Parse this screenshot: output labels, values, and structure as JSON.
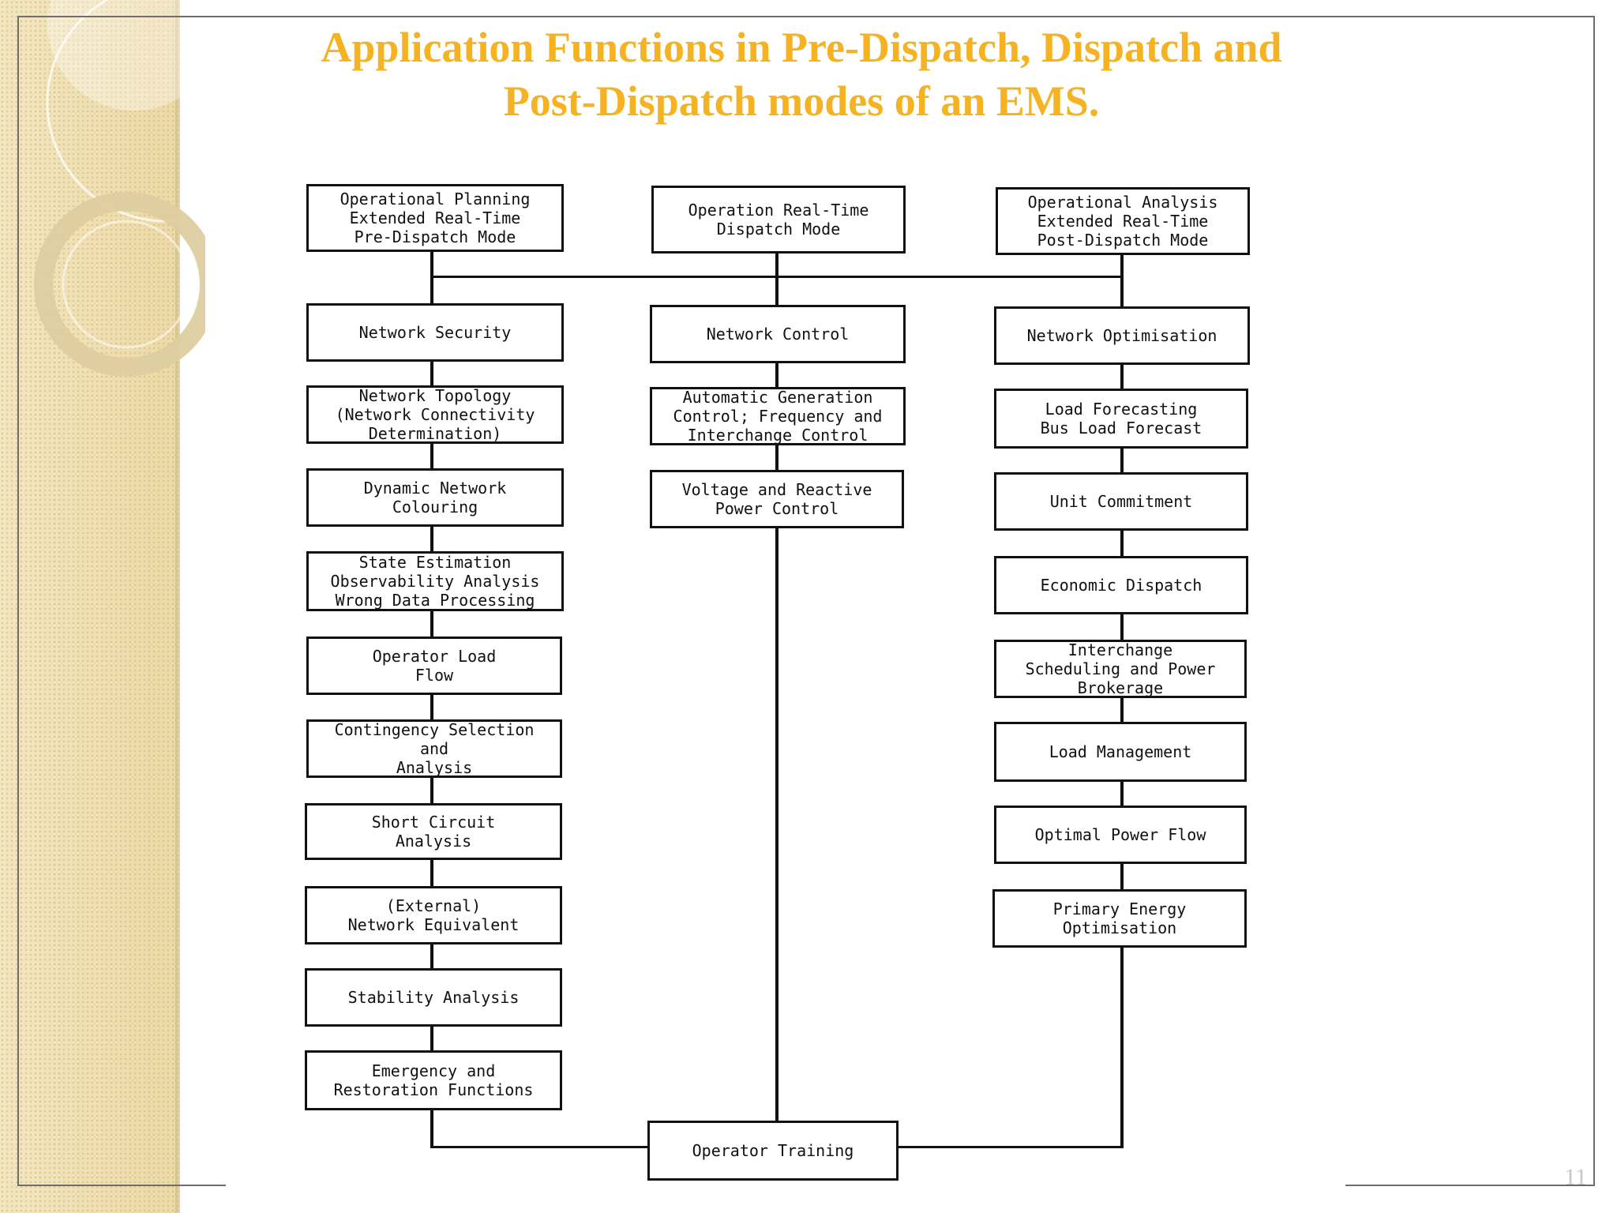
{
  "slide": {
    "title_line1": "Application Functions in Pre-Dispatch, Dispatch and",
    "title_line2": "Post-Dispatch modes of an EMS.",
    "page_number": "11"
  },
  "colors": {
    "title": "#f5b324",
    "sidebar": "#f0e0b4",
    "frame": "#6e6e6e"
  },
  "columns": {
    "pre_dispatch": {
      "header": "Operational Planning\nExtended Real-Time\nPre-Dispatch Mode",
      "items": [
        "Network Security",
        "Network Topology\n(Network Connectivity\nDetermination)",
        "Dynamic Network\nColouring",
        "State Estimation\nObservability Analysis\nWrong Data Processing",
        "Operator Load\nFlow",
        "Contingency Selection\nand\nAnalysis",
        "Short Circuit\nAnalysis",
        "(External)\nNetwork Equivalent",
        "Stability Analysis",
        "Emergency and\nRestoration Functions"
      ]
    },
    "dispatch": {
      "header": "Operation Real-Time\nDispatch Mode",
      "items": [
        "Network Control",
        "Automatic Generation\nControl; Frequency and\nInterchange Control",
        "Voltage and Reactive\nPower Control"
      ]
    },
    "post_dispatch": {
      "header": "Operational Analysis\nExtended Real-Time\nPost-Dispatch Mode",
      "items": [
        "Network Optimisation",
        "Load Forecasting\nBus Load Forecast",
        "Unit Commitment",
        "Economic Dispatch",
        "Interchange\nScheduling and Power\nBrokerage",
        "Load Management",
        "Optimal Power Flow",
        "Primary Energy\nOptimisation"
      ]
    }
  },
  "footer_box": "Operator Training"
}
